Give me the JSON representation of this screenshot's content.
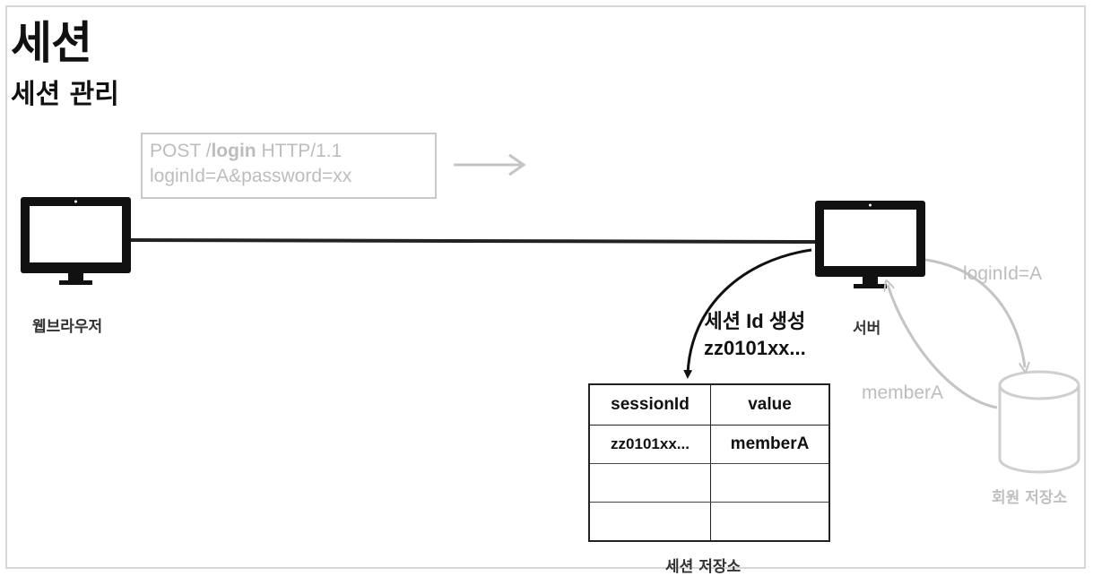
{
  "title": "세션",
  "subtitle": "세션 관리",
  "request": {
    "line1_method": "POST /",
    "line1_path": "login",
    "line1_version": " HTTP/1.1",
    "line2": "loginId=A&password=xx"
  },
  "nodes": {
    "browser": "웹브라우저",
    "server": "서버",
    "member_store": "회원 저장소",
    "session_store": "세션 저장소"
  },
  "session_note": {
    "line1": "세션 Id 생성",
    "line2": "zz0101xx..."
  },
  "flows": {
    "to_store": "loginId=A",
    "from_store": "memberA"
  },
  "session_table": {
    "headers": [
      "sessionId",
      "value"
    ],
    "rows": [
      [
        "zz0101xx...",
        "memberA"
      ],
      [
        "",
        ""
      ],
      [
        "",
        ""
      ]
    ]
  },
  "colors": {
    "primary": "#111111",
    "faded": "#bdbdbd"
  }
}
